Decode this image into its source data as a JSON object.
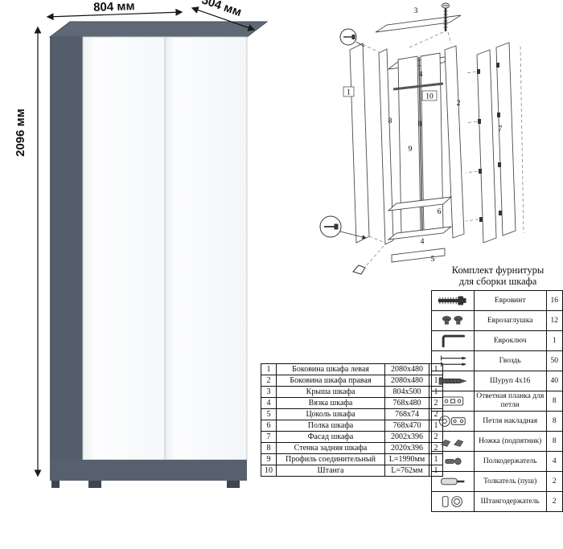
{
  "dimensions": {
    "width_label": "804 мм",
    "depth_label": "504 мм",
    "height_label": "2096 мм"
  },
  "exploded": {
    "callouts": [
      {
        "id": "part-1",
        "label": "1"
      },
      {
        "id": "part-2",
        "label": "2"
      },
      {
        "id": "part-3",
        "label": "3"
      },
      {
        "id": "part-4-top",
        "label": "4"
      },
      {
        "id": "part-10",
        "label": "10"
      },
      {
        "id": "part-8-left",
        "label": "8"
      },
      {
        "id": "part-8-right",
        "label": "8"
      },
      {
        "id": "part-9",
        "label": "9"
      },
      {
        "id": "part-6",
        "label": "6"
      },
      {
        "id": "part-4-bottom",
        "label": "4"
      },
      {
        "id": "part-5",
        "label": "5"
      },
      {
        "id": "part-7",
        "label": "7"
      }
    ]
  },
  "hardware_caption": {
    "line1": "Комплект фурнитуры",
    "line2": "для сборки шкафа"
  },
  "parts_table": {
    "rows": [
      {
        "num": "1",
        "name": "Боковина шкафа левая",
        "size": "2080x480",
        "qty": "1"
      },
      {
        "num": "2",
        "name": "Боковина шкафа правая",
        "size": "2080x480",
        "qty": "1"
      },
      {
        "num": "3",
        "name": "Крыша шкафа",
        "size": "804x500",
        "qty": "1"
      },
      {
        "num": "4",
        "name": "Вязка шкафа",
        "size": "768x480",
        "qty": "2"
      },
      {
        "num": "5",
        "name": "Цоколь шкафа",
        "size": "768x74",
        "qty": "2"
      },
      {
        "num": "6",
        "name": "Полка шкафа",
        "size": "768x470",
        "qty": "1"
      },
      {
        "num": "7",
        "name": "Фасад шкафа",
        "size": "2002x396",
        "qty": "2"
      },
      {
        "num": "8",
        "name": "Стенка задняя шкафа",
        "size": "2020x396",
        "qty": "2"
      },
      {
        "num": "9",
        "name": "Профиль соединительный",
        "size": "L=1990мм",
        "qty": "1"
      },
      {
        "num": "10",
        "name": "Штанга",
        "size": "L=762мм",
        "qty": "1"
      }
    ]
  },
  "hardware_table": {
    "rows": [
      {
        "icon": "euroscrew-icon",
        "name": "Евровинт",
        "qty": "16"
      },
      {
        "icon": "europlug-icon",
        "name": "Еврозаглушка",
        "qty": "12"
      },
      {
        "icon": "eurokey-icon",
        "name": "Евроключ",
        "qty": "1"
      },
      {
        "icon": "nail-icon",
        "name": "Гвоздь",
        "qty": "50"
      },
      {
        "icon": "screw-icon",
        "name": "Шуруп 4x16",
        "qty": "40"
      },
      {
        "icon": "hinge-plate-icon",
        "name": "Ответная планка для петли",
        "qty": "8"
      },
      {
        "icon": "hinge-icon",
        "name": "Петля накладная",
        "qty": "8"
      },
      {
        "icon": "foot-icon",
        "name": "Ножка (подпятник)",
        "qty": "8"
      },
      {
        "icon": "shelf-holder-icon",
        "name": "Полкодержатель",
        "qty": "4"
      },
      {
        "icon": "push-latch-icon",
        "name": "Толкатель (пуш)",
        "qty": "2"
      },
      {
        "icon": "rod-holder-icon",
        "name": "Штангодержатель",
        "qty": "2"
      }
    ]
  },
  "colors": {
    "graphite_top": "#5f6975",
    "graphite_side": "#545e6a",
    "plinth": "#57616d",
    "feet": "#3e454f",
    "door_white": "#fbfcfd",
    "line": "#111111"
  }
}
